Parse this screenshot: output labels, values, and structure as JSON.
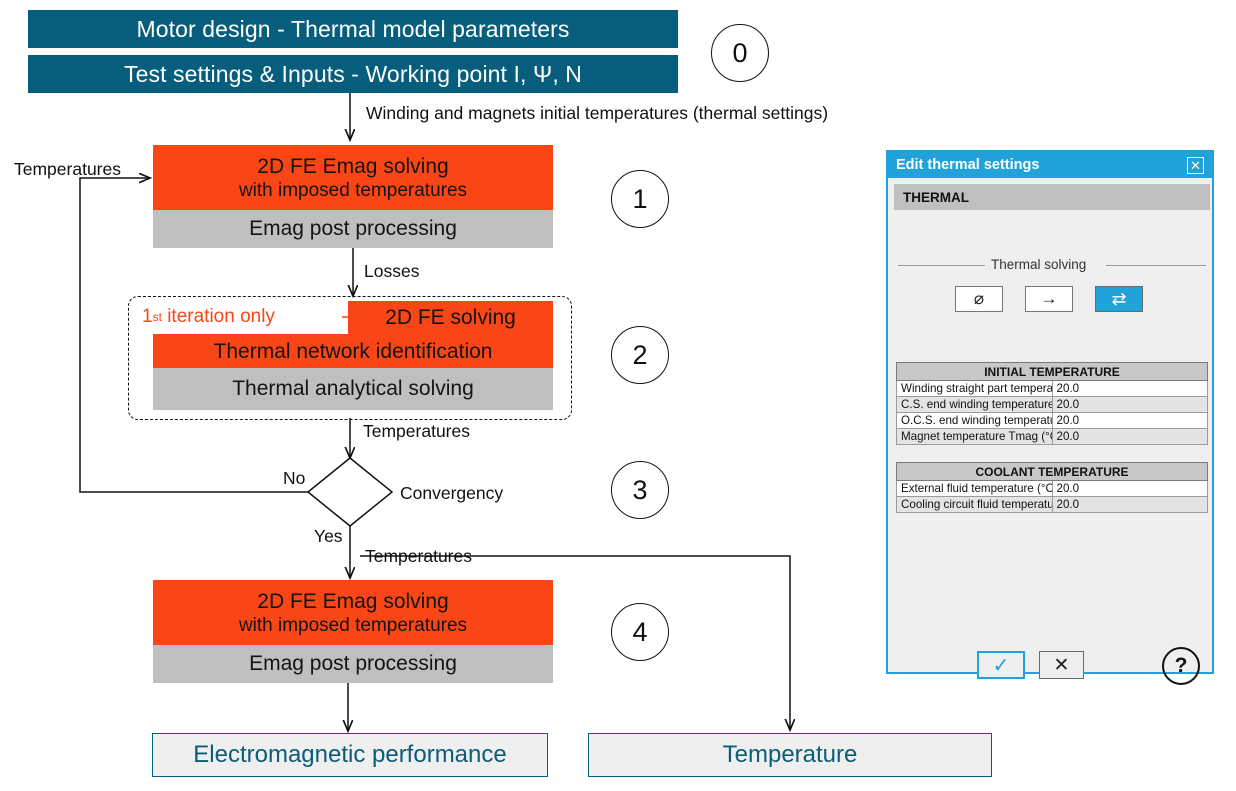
{
  "flow": {
    "header": {
      "line1": "Motor design - Thermal model parameters",
      "line2": "Test settings & Inputs - Working point I, Ψ, N",
      "step": "0"
    },
    "arrow_labels": {
      "init_temps": "Winding and magnets initial temperatures (thermal settings)",
      "losses": "Losses",
      "temps_feedback": "Temperatures",
      "temps_to_diamond": "Temperatures",
      "temps_to_output": "Temperatures",
      "no": "No",
      "yes": "Yes"
    },
    "step1": {
      "number": "1",
      "top_line1": "2D FE Emag solving",
      "top_line2": "with imposed temperatures",
      "bottom": "Emag post processing"
    },
    "step2": {
      "number": "2",
      "note": "iteration only",
      "note_prefix": "1",
      "note_sup": "st",
      "row1": "2D FE solving",
      "row2": "Thermal network identification",
      "row3": "Thermal analytical solving"
    },
    "step3": {
      "number": "3",
      "decision": "Convergency"
    },
    "step4": {
      "number": "4",
      "top_line1": "2D FE Emag solving",
      "top_line2": "with imposed temperatures",
      "bottom": "Emag post processing"
    },
    "outputs": {
      "left": "Electromagnetic performance",
      "right": "Temperature"
    },
    "colors": {
      "header_teal": "#065E7C",
      "orange": "#FA4616",
      "gray": "#BFBFBF",
      "output_border": "#065E7C"
    }
  },
  "dialog": {
    "title": "Edit thermal settings",
    "close_label": "✕",
    "tab": "THERMAL",
    "fieldset_label": "Thermal solving",
    "solving_buttons": [
      {
        "name": "no-thermal-solving",
        "glyph": "⌀",
        "active": false
      },
      {
        "name": "one-way-thermal-solving",
        "glyph": "→",
        "active": false
      },
      {
        "name": "iterative-thermal-solving",
        "glyph": "⇄",
        "active": true
      }
    ],
    "initial_temperature": {
      "title": "INITIAL TEMPERATURE",
      "rows": [
        {
          "label": "Winding straight part temperature (°C)",
          "value": "20.0"
        },
        {
          "label": "C.S. end winding temperature (°C)",
          "value": "20.0"
        },
        {
          "label": "O.C.S. end winding temperature (°C)",
          "value": "20.0"
        },
        {
          "label": "Magnet temperature Tmag (°C)",
          "value": "20.0"
        }
      ]
    },
    "coolant_temperature": {
      "title": "COOLANT TEMPERATURE",
      "rows": [
        {
          "label": "External fluid temperature (°C)",
          "value": "20.0"
        },
        {
          "label": "Cooling circuit fluid temperature (°C)",
          "value": "20.0"
        }
      ]
    },
    "footer": {
      "ok": "✓",
      "cancel": "✕",
      "help": "?"
    },
    "accent": "#22A2DB"
  }
}
